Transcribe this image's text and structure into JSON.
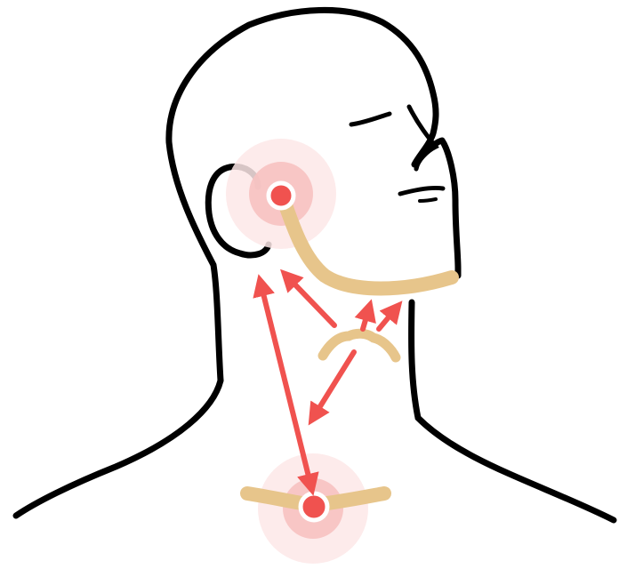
{
  "diagram": {
    "colors": {
      "outline": "#000000",
      "bone": "#E7C58B",
      "arrow": "#F0524F",
      "pain_point": "#F0524F",
      "glow": "#F7C9C8",
      "background": "#FFFFFF"
    },
    "points": [
      {
        "id": "jaw-joint",
        "role": "pain point at ear / jaw joint"
      },
      {
        "id": "collarbone-center",
        "role": "pain point at collarbone / sternum"
      }
    ],
    "bones": [
      "jawbone",
      "hyoid-bone",
      "collarbone"
    ],
    "arrows": [
      {
        "from": "collarbone-center",
        "to": "jaw-joint",
        "style": "double-headed"
      },
      {
        "from": "hyoid-bone",
        "to": "jawbone",
        "style": "single"
      },
      {
        "from": "hyoid-bone",
        "to": "chin",
        "style": "single",
        "count": 2
      },
      {
        "from": "hyoid-bone",
        "to": "collarbone-center",
        "style": "single"
      }
    ]
  }
}
